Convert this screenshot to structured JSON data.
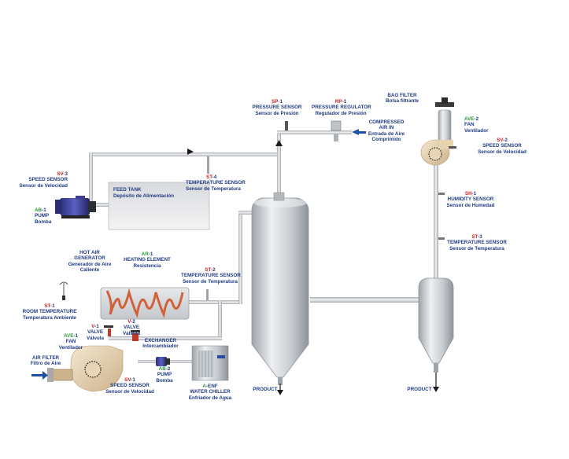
{
  "labels": {
    "sv3": {
      "code_red": "SV",
      "code_rest": "-3",
      "line1": "SPEED SENSOR",
      "line2": "Sensor de Velocidad"
    },
    "ab1": {
      "code_green": "AB",
      "code_rest": "-1",
      "line1": "PUMP",
      "line2": "Bomba"
    },
    "feed_tank": {
      "line1": "FEED TANK",
      "line2": "Depósito de Alimentación"
    },
    "st4": {
      "code_red": "ST",
      "code_rest": "-4",
      "line1": "TEMPERATURE SENSOR",
      "line2": "Sensor de Temperatura"
    },
    "sp1": {
      "code_red": "SP",
      "code_rest": "-1",
      "line1": "PRESSURE SENSOR",
      "line2": "Sensor de Presión"
    },
    "rp1": {
      "code_red": "RP",
      "code_rest": "-1",
      "line1": "PRESSURE REGULATOR",
      "line2": "Regulador de Presión"
    },
    "compressed_air": {
      "line1": "COMPRESSED",
      "line2": "AIR IN",
      "line3": "Entrada de Aire",
      "line4": "Comprimido"
    },
    "bag_filter": {
      "line1": "BAG FILTER",
      "line2": "Bolsa filtrante"
    },
    "ave2": {
      "code_green": "AVE",
      "code_rest": "-2",
      "line1": "FAN",
      "line2": "Ventilador"
    },
    "sv2": {
      "code_red": "SV",
      "code_rest": "-2",
      "line1": "SPEED SENSOR",
      "line2": "Sensor de Velocidad"
    },
    "sh1": {
      "code_red": "SH",
      "code_rest": "-1",
      "line1": "HUMIDITY SENSOR",
      "line2": "Sensor de Humedad"
    },
    "st3": {
      "code_red": "ST",
      "code_rest": "-3",
      "line1": "TEMPERATURE SENSOR",
      "line2": "Sensor de Temperatura"
    },
    "hot_air": {
      "line1": "HOT AIR",
      "line2": "GENERATOR",
      "line3": "Generador de Aire",
      "line4": "Caliente"
    },
    "ar1": {
      "code_green": "AR",
      "code_rest": "-1",
      "line1": "HEATING ELEMENT",
      "line2": "Resistencia"
    },
    "st2": {
      "code_red": "ST",
      "code_rest": "-2",
      "line1": "TEMPERATURE SENSOR",
      "line2": "Sensor de Temperatura"
    },
    "st1": {
      "code_red": "ST",
      "code_rest": "-1",
      "line1": "ROOM TEMPERATURE",
      "line2": "Temperatura Ambiente"
    },
    "v1": {
      "code_red": "V",
      "code_rest": "-1",
      "line1": "VALVE",
      "line2": "Válvula"
    },
    "v2": {
      "code_red": "V",
      "code_rest": "-2",
      "line1": "VALVE",
      "line2": "Válvula"
    },
    "exchanger": {
      "line1": "EXCHANGER",
      "line2": "Intercambiador"
    },
    "ave1": {
      "code_green": "AVE",
      "code_rest": "-1",
      "line1": "FAN",
      "line2": "Ventilador"
    },
    "air_filter": {
      "line1": "AIR FILTER",
      "line2": "Filtro de Aire"
    },
    "sv1": {
      "code_red": "SV",
      "code_rest": "-1",
      "line1": "SPEED SENSOR",
      "line2": "Sensor de Velocidad"
    },
    "ab2": {
      "code_green": "AB",
      "code_rest": "-2",
      "line1": "PUMP",
      "line2": "Bomba"
    },
    "aenf": {
      "code_green": "A",
      "code_rest": "-ENF",
      "line1": "WATER CHILLER",
      "line2": "Enfriador de Agua"
    },
    "product1": {
      "line1": "PRODUCT"
    },
    "product2": {
      "line1": "PRODUCT"
    }
  },
  "colors": {
    "code_red": "#d01f1f",
    "code_green": "#2a9a3a",
    "text_blue": "#1f3b80",
    "pipe": "#c4c8cc",
    "tank_steel": "#c9ced3",
    "fan_beige": "#e8d5b5"
  }
}
